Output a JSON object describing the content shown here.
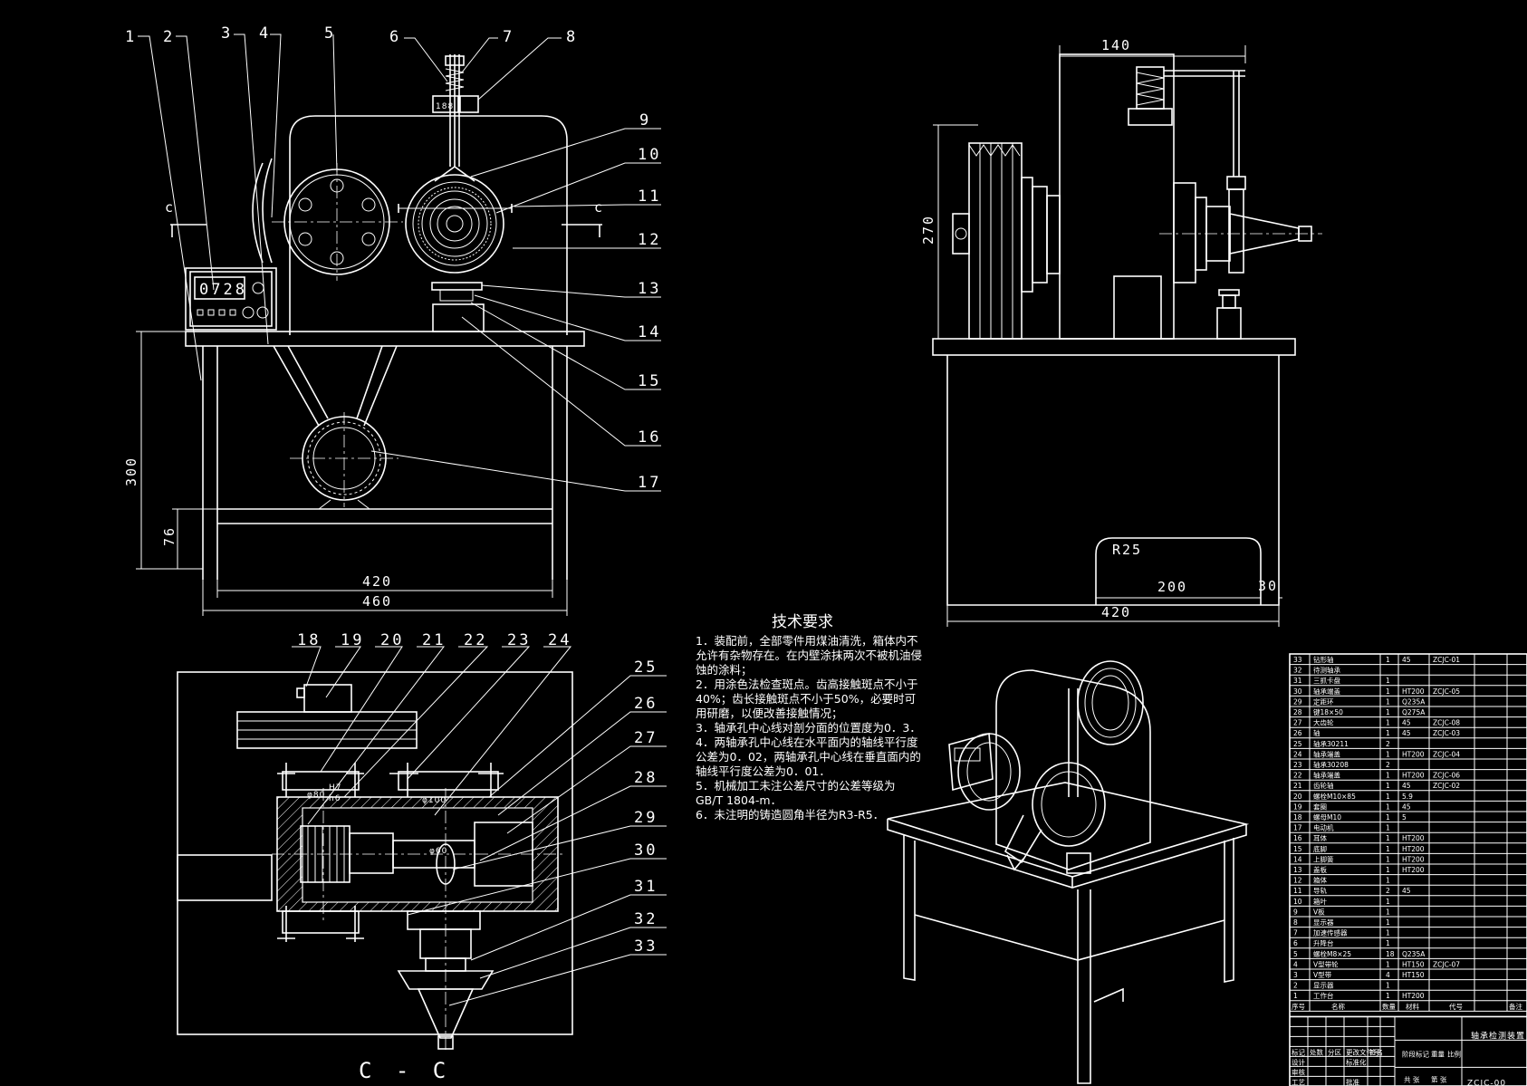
{
  "views": {
    "section_label": "C - C",
    "section_marker": "c"
  },
  "part_callouts": {
    "front": [
      "1",
      "2",
      "3",
      "4",
      "5",
      "6",
      "7",
      "8",
      "9",
      "10",
      "11",
      "12",
      "13",
      "14",
      "15",
      "16",
      "17"
    ],
    "section": [
      "18",
      "19",
      "20",
      "21",
      "22",
      "23",
      "24",
      "25",
      "26",
      "27",
      "28",
      "29",
      "30",
      "31",
      "32",
      "33"
    ]
  },
  "dimensions": {
    "front": {
      "height": "300",
      "base": "76",
      "inner_width": "420",
      "outer_width": "460"
    },
    "side": {
      "top_width": "140",
      "height": "270",
      "radius": "R25",
      "cutout": "200",
      "edge": "30",
      "width": "420"
    },
    "section": {
      "bore1": "φ80",
      "fit1a": "H7",
      "fit1b": "h6",
      "bore2": "φ100",
      "bore3": "φ60"
    },
    "display": "0728"
  },
  "tech_requirements": {
    "title": "技术要求",
    "items": [
      "1．装配前，全部零件用煤油清洗，箱体内不允许有杂物存在。在内壁涂抹两次不被机油侵蚀的涂料；",
      "2．用涂色法检查斑点。齿高接触斑点不小于40%；齿长接触斑点不小于50%，必要时可用研磨，以便改善接触情况；",
      "3．轴承孔中心线对剖分面的位置度为0．3．",
      "4．两轴承孔中心线在水平面内的轴线平行度公差为0．02，两轴承孔中心线在垂直面内的轴线平行度公差为0．01．",
      "5．机械加工未注公差尺寸的公差等级为GB/T 1804-m．",
      "6．未注明的铸造圆角半径为R3-R5．"
    ]
  },
  "bom": {
    "headers": [
      "序号",
      "名称",
      "数量",
      "材料",
      "代号",
      "备注"
    ],
    "rows": [
      [
        "33",
        "钻形轴",
        "1",
        "45",
        "ZCJC-01"
      ],
      [
        "32",
        "待测轴承",
        "",
        "",
        ""
      ],
      [
        "31",
        "三抓卡盘",
        "1",
        "",
        ""
      ],
      [
        "30",
        "轴承端盖",
        "1",
        "HT200",
        "ZCJC-05"
      ],
      [
        "29",
        "定距环",
        "1",
        "Q235A",
        ""
      ],
      [
        "28",
        "键18×50",
        "1",
        "Q275A",
        ""
      ],
      [
        "27",
        "大齿轮",
        "1",
        "45",
        "ZCJC-08"
      ],
      [
        "26",
        "轴",
        "1",
        "45",
        "ZCJC-03"
      ],
      [
        "25",
        "轴承30211",
        "2",
        "",
        ""
      ],
      [
        "24",
        "轴承端盖",
        "1",
        "HT200",
        "ZCJC-04"
      ],
      [
        "23",
        "轴承30208",
        "2",
        "",
        ""
      ],
      [
        "22",
        "轴承端盖",
        "1",
        "HT200",
        "ZCJC-06"
      ],
      [
        "21",
        "齿轮轴",
        "1",
        "45",
        "ZCJC-02"
      ],
      [
        "20",
        "螺栓M10×85",
        "1",
        "5.9",
        ""
      ],
      [
        "19",
        "套圈",
        "1",
        "45",
        ""
      ],
      [
        "18",
        "螺母M10",
        "1",
        "5",
        ""
      ],
      [
        "17",
        "电动机",
        "1",
        "",
        ""
      ],
      [
        "16",
        "耳体",
        "1",
        "HT200",
        ""
      ],
      [
        "15",
        "底脚",
        "1",
        "HT200",
        ""
      ],
      [
        "14",
        "上脚簧",
        "1",
        "HT200",
        ""
      ],
      [
        "13",
        "盖板",
        "1",
        "HT200",
        ""
      ],
      [
        "12",
        "箱体",
        "1",
        "",
        ""
      ],
      [
        "11",
        "导轨",
        "2",
        "45",
        ""
      ],
      [
        "10",
        "箱叶",
        "1",
        "",
        ""
      ],
      [
        "9",
        "V板",
        "1",
        "",
        ""
      ],
      [
        "8",
        "显示器",
        "1",
        "",
        ""
      ],
      [
        "7",
        "加速传感器",
        "1",
        "",
        ""
      ],
      [
        "6",
        "升降台",
        "1",
        "",
        ""
      ],
      [
        "5",
        "螺栓M8×25",
        "18",
        "Q235A",
        ""
      ],
      [
        "4",
        "V型带轮",
        "1",
        "HT150",
        "ZCJC-07"
      ],
      [
        "3",
        "V型带",
        "4",
        "HT150",
        ""
      ],
      [
        "2",
        "显示器",
        "1",
        "",
        ""
      ],
      [
        "1",
        "工作台",
        "1",
        "HT200",
        ""
      ]
    ],
    "title_block": {
      "name": "轴承检测装置",
      "code": "ZCJC-00",
      "fields": [
        "标记",
        "处数",
        "分区",
        "更改文件号",
        "签名",
        "年月日",
        "设计",
        "标准化",
        "阶段标记",
        "重量",
        "比例",
        "审核",
        "工艺",
        "批准",
        "共 张",
        "第 张"
      ]
    }
  }
}
